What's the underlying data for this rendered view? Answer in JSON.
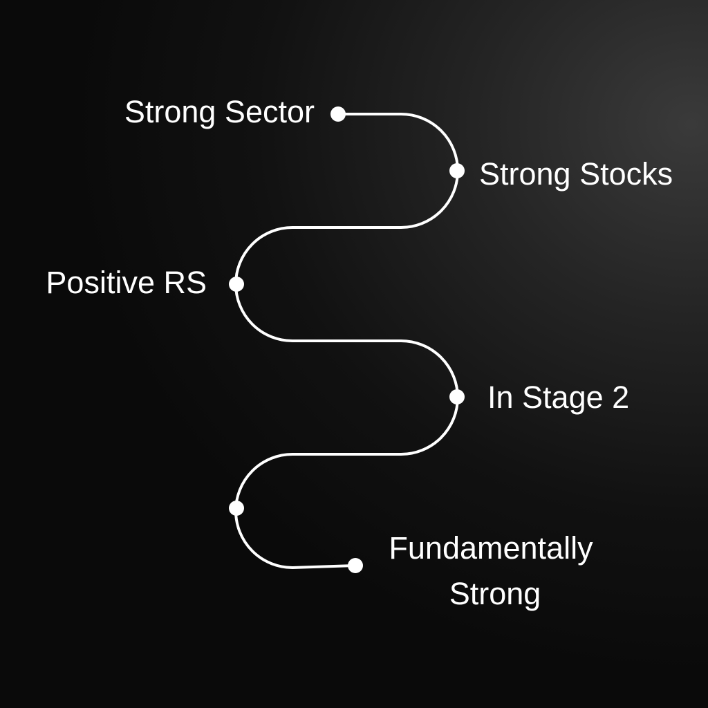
{
  "diagram": {
    "steps": [
      {
        "label": "Strong Sector"
      },
      {
        "label": "Strong Stocks"
      },
      {
        "label": "Positive RS"
      },
      {
        "label": "In Stage 2"
      },
      {
        "label": "Fundamentally",
        "label2": "Strong"
      }
    ],
    "colors": {
      "line": "#ffffff",
      "text": "#ffffff",
      "background": "#111111"
    }
  }
}
